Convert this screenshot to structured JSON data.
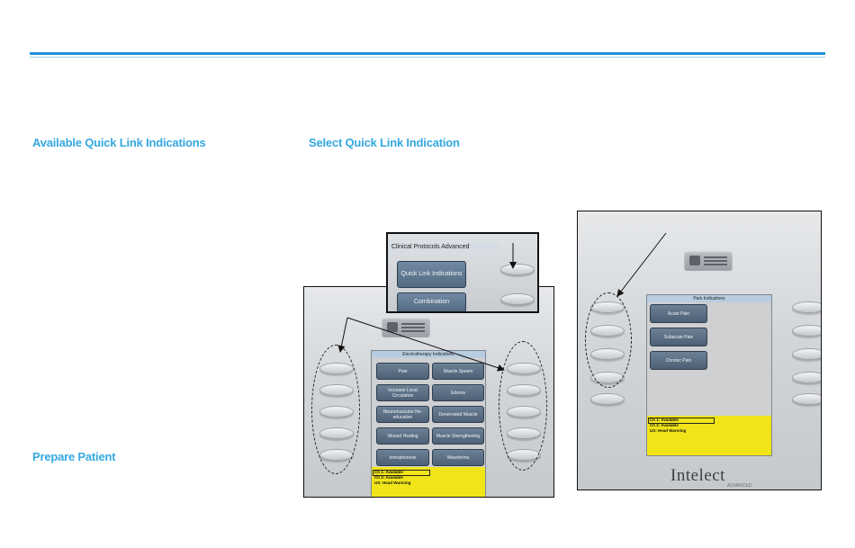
{
  "headings": {
    "available": "Available Quick Link Indications",
    "select": "Select Quick Link Indication",
    "prepare": "Prepare Patient"
  },
  "inset": {
    "title": "Clinical Protocols Advanced",
    "buttons": [
      "Quick Link Indications",
      "Combination"
    ]
  },
  "device_a": {
    "screen_title": "Electrotherapy Indications",
    "tiles": [
      [
        "Pain",
        "Muscle Spasm"
      ],
      [
        "Increase Local Circulation",
        "Edema"
      ],
      [
        "Neuromuscular Re-education",
        "Denervated Muscle"
      ],
      [
        "Wound Healing",
        "Muscle Strengthening"
      ],
      [
        "Iontophoresis",
        "Waveforms"
      ]
    ],
    "status": [
      "Ch 1: Available",
      "Ch 2: Available",
      "US: Head Warming"
    ]
  },
  "device_b": {
    "screen_title": "Pain Indications",
    "tiles": [
      "Acute Pain",
      "Subacute Pain",
      "Chronic Pain"
    ],
    "status": [
      "Ch 1: Available",
      "Ch 2: Available",
      "US: Head Warming"
    ],
    "brand": "Intelect",
    "brand_sub": "ADVANCED"
  },
  "colors": {
    "accent": "#1f93d6",
    "heading": "#35a8e0",
    "status_yellow": "#f1e51a",
    "tile": "#5b6e83"
  }
}
